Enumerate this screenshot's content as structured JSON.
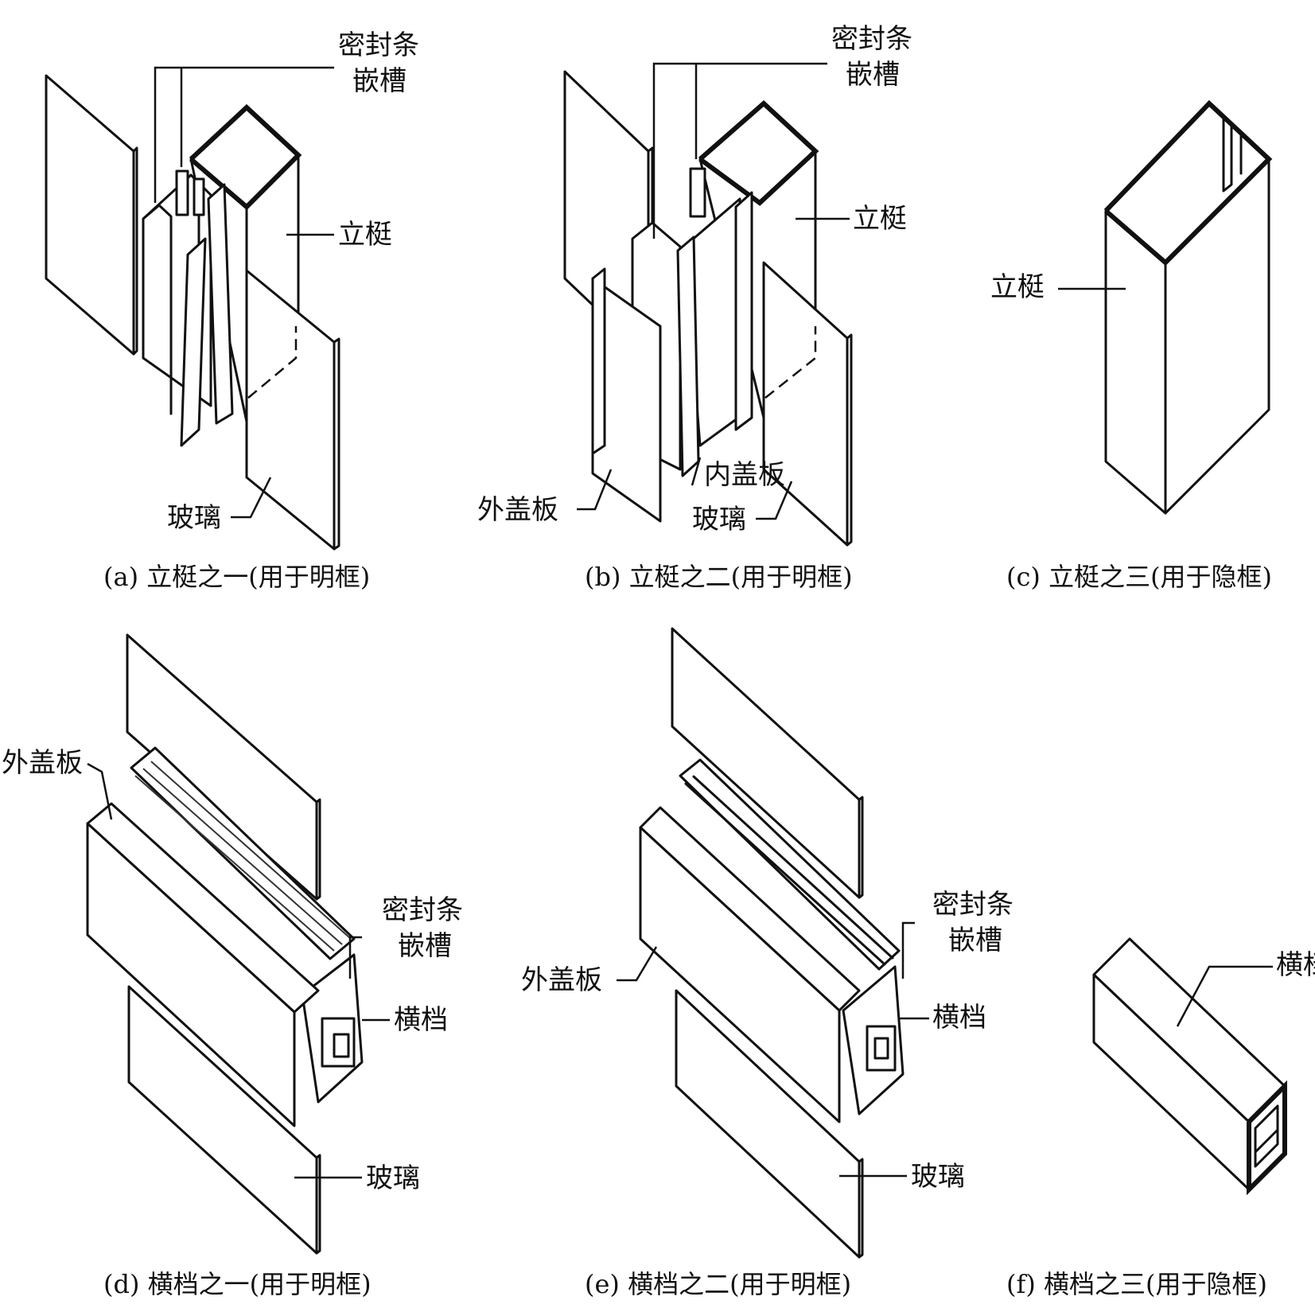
{
  "panels": {
    "a": {
      "caption": "(a) 立梃之一(用于明框)",
      "labels": {
        "seal_line1": "密封条",
        "seal_line2": "嵌槽",
        "mullion": "立梃",
        "glass": "玻璃"
      }
    },
    "b": {
      "caption": "(b) 立梃之二(用于明框)",
      "labels": {
        "seal_line1": "密封条",
        "seal_line2": "嵌槽",
        "mullion": "立梃",
        "inner_cover": "内盖板",
        "outer_cover": "外盖板",
        "glass": "玻璃"
      }
    },
    "c": {
      "caption": "(c) 立梃之三(用于隐框)",
      "labels": {
        "mullion": "立梃"
      }
    },
    "d": {
      "caption": "(d) 横档之一(用于明框)",
      "labels": {
        "outer_cover": "外盖板",
        "seal_line1": "密封条",
        "seal_line2": "嵌槽",
        "transom": "横档",
        "glass": "玻璃"
      }
    },
    "e": {
      "caption": "(e) 横档之二(用于明框)",
      "labels": {
        "outer_cover": "外盖板",
        "seal_line1": "密封条",
        "seal_line2": "嵌槽",
        "transom": "横档",
        "glass": "玻璃"
      }
    },
    "f": {
      "caption": "(f) 横档之三(用于隐框)",
      "labels": {
        "transom": "横档"
      }
    }
  }
}
